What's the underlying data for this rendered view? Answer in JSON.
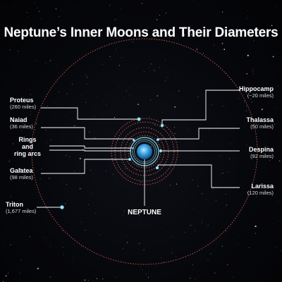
{
  "title": "Neptune’s Inner Moons and Their Diameters",
  "planet": {
    "name": "NEPTUNE"
  },
  "rings_label": [
    "Rings",
    "and",
    "ring arcs"
  ],
  "moons": [
    {
      "key": "proteus",
      "name": "Proteus",
      "diameter": "(260 miles)"
    },
    {
      "key": "naiad",
      "name": "Naiad",
      "diameter": "(36 miles)"
    },
    {
      "key": "galatea",
      "name": "Galatea",
      "diameter": "(98 miles)"
    },
    {
      "key": "triton",
      "name": "Triton",
      "diameter": "(1,677 miles)"
    },
    {
      "key": "hippocamp",
      "name": "Hippocamp",
      "diameter": "(~20 miles)"
    },
    {
      "key": "thalassa",
      "name": "Thalassa",
      "diameter": "(50 miles)"
    },
    {
      "key": "despina",
      "name": "Despina",
      "diameter": "(92 miles)"
    },
    {
      "key": "larissa",
      "name": "Larissa",
      "diameter": "(120 miles)"
    }
  ],
  "colors": {
    "background": "#050508",
    "orbit": "#c85a4a",
    "ring": "#7fd0e8",
    "moon": "#8fe6f2",
    "neptune": "#3fa8e6",
    "leader_line": "#ffffff"
  }
}
